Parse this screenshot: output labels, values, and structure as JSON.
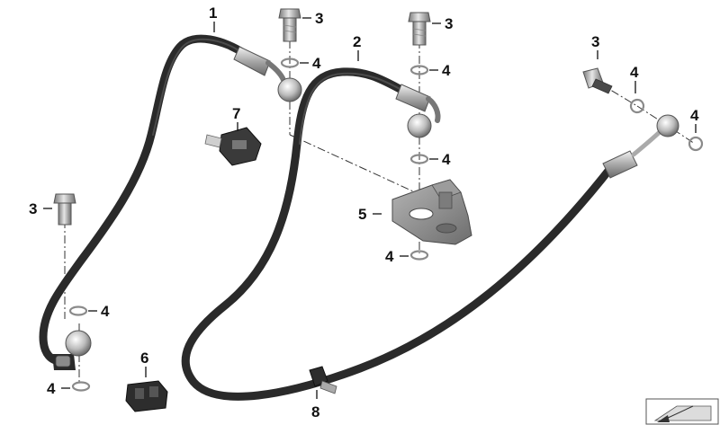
{
  "colors": {
    "background": "#ffffff",
    "hose": "#2a2a2a",
    "metal": "#bdbdbd",
    "bracket": "#8f8f8f",
    "label": "#111111"
  },
  "callouts": {
    "c1": "1",
    "c2": "2",
    "c3a": "3",
    "c3b": "3",
    "c3c": "3",
    "c3d": "3",
    "c4a": "4",
    "c4b": "4",
    "c4c": "4",
    "c4d": "4",
    "c4e": "4",
    "c4f": "4",
    "c4g": "4",
    "c4h": "4",
    "c5": "5",
    "c6": "6",
    "c7": "7",
    "c8": "8"
  },
  "icons": {
    "corner_symbol": "page-corner-icon"
  }
}
